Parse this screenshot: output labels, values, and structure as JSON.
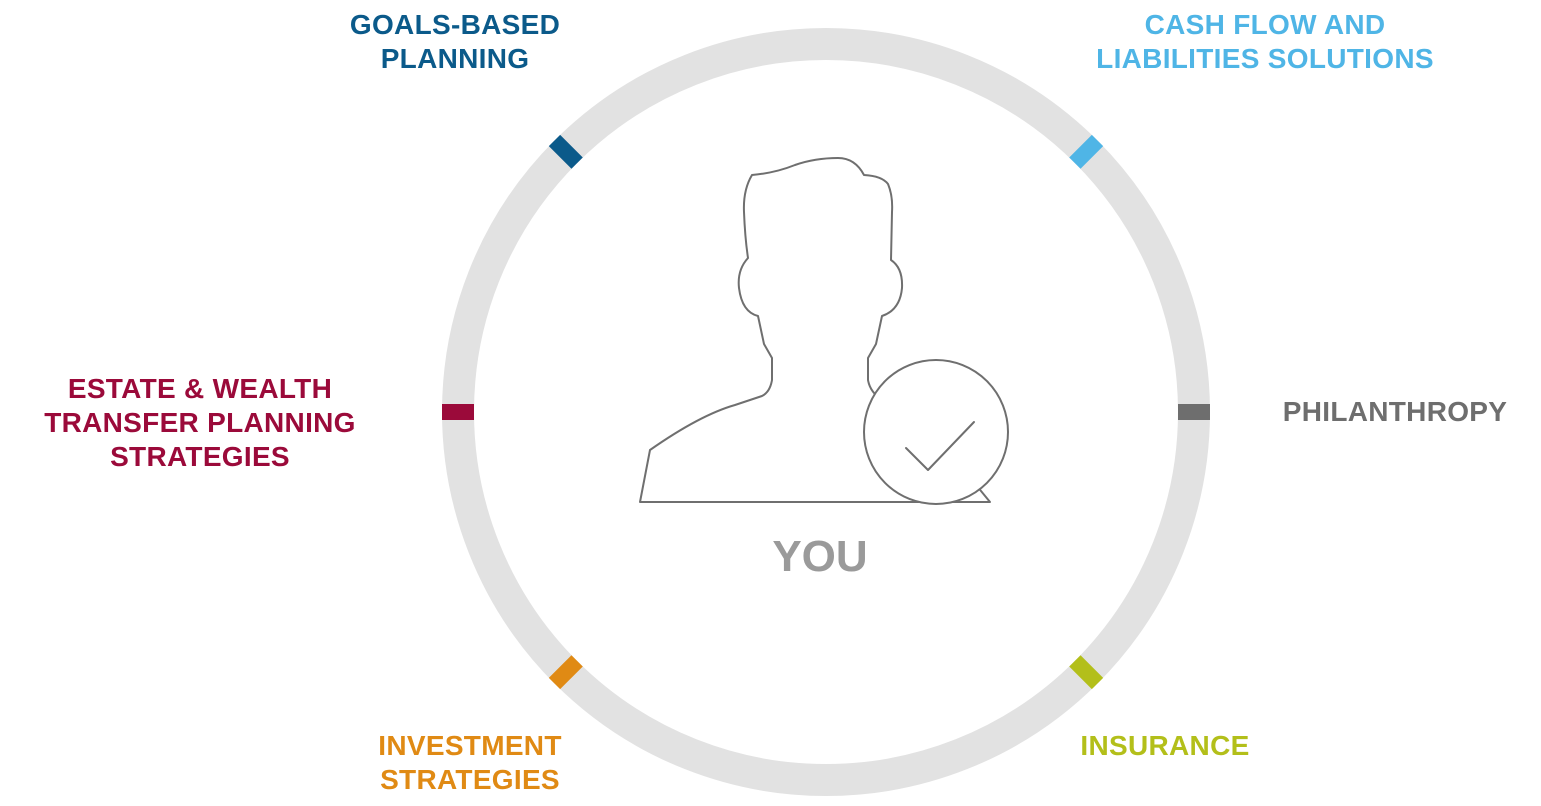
{
  "center": {
    "label": "YOU",
    "color": "#9a9a9a"
  },
  "ring_color": "#e2e2e2",
  "icons": {
    "person": "person-silhouette-icon",
    "badge": "checkmark-circle-icon"
  },
  "segments": [
    {
      "id": "goals",
      "lines": [
        "GOALS-BASED",
        "PLANNING"
      ],
      "color": "#0b5a8a"
    },
    {
      "id": "cash",
      "lines": [
        "CASH FLOW AND",
        "LIABILITIES SOLUTIONS"
      ],
      "color": "#4fb5e6"
    },
    {
      "id": "phil",
      "lines": [
        "PHILANTHROPY"
      ],
      "color": "#6e6e6e"
    },
    {
      "id": "ins",
      "lines": [
        "INSURANCE"
      ],
      "color": "#b3bf1a"
    },
    {
      "id": "invest",
      "lines": [
        "INVESTMENT",
        "STRATEGIES"
      ],
      "color": "#e08a14"
    },
    {
      "id": "estate",
      "lines": [
        "ESTATE &  WEALTH",
        "TRANSFER PLANNING",
        "STRATEGIES"
      ],
      "color": "#9b0a3a"
    }
  ]
}
